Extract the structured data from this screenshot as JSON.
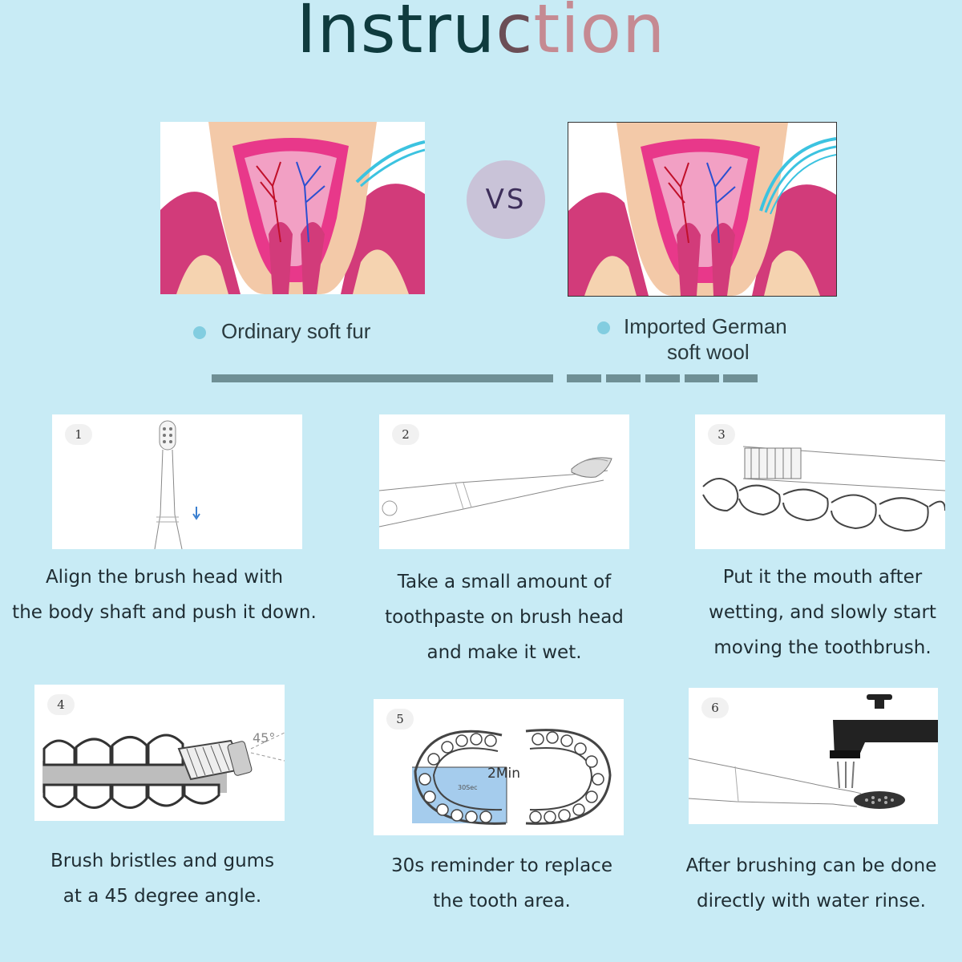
{
  "title": {
    "part1": "Instru",
    "part2": "c",
    "part3": "tion"
  },
  "compare": {
    "vs": "VS",
    "left_label": "Ordinary soft fur",
    "right_label_line1": "Imported German",
    "right_label_line2": "soft wool"
  },
  "steps": [
    {
      "num": "1",
      "lines": [
        "Align the brush head with",
        "the body shaft and push it down."
      ]
    },
    {
      "num": "2",
      "lines": [
        "Take a small amount of",
        "toothpaste on brush head",
        "and make it wet."
      ]
    },
    {
      "num": "3",
      "lines": [
        "Put it the mouth after",
        "wetting, and slowly start",
        "moving the toothbrush."
      ]
    },
    {
      "num": "4",
      "lines": [
        "Brush bristles and gums",
        "at a 45 degree angle."
      ]
    },
    {
      "num": "5",
      "lines": [
        "30s reminder to replace",
        "the tooth area."
      ]
    },
    {
      "num": "6",
      "lines": [
        "After brushing can be done",
        "directly with water rinse."
      ]
    }
  ],
  "diagram_text": {
    "angle": "45°",
    "timer": "2Min",
    "timer_small": "30Sec"
  },
  "colors": {
    "background": "#c8ebf5",
    "vs_circle": "#c9c3d8",
    "bar": "#6f8f95",
    "dot": "#82cde0"
  }
}
